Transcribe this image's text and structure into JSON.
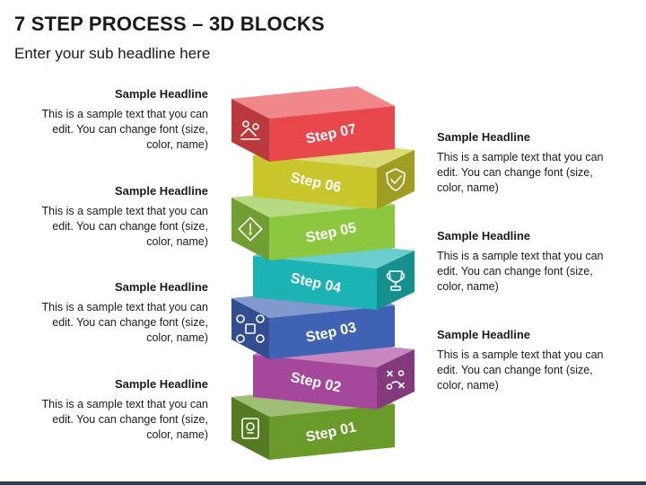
{
  "title": "7 STEP PROCESS – 3D BLOCKS",
  "subtitle": "Enter your sub headline here",
  "left_texts": [
    {
      "headline": "Sample Headline",
      "body": "This is a sample text that you can edit. You can change font (size, color, name)"
    },
    {
      "headline": "Sample Headline",
      "body": "This is a sample text that you can edit. You can change font (size, color, name)"
    },
    {
      "headline": "Sample Headline",
      "body": "This is a sample text that you can edit. You can change font (size, color, name)"
    },
    {
      "headline": "Sample Headline",
      "body": "This is a sample text that you can edit. You can change font (size, color, name)"
    }
  ],
  "right_texts": [
    {
      "headline": "Sample Headline",
      "body": "This is a sample text that you can edit. You can change font (size, color, name)"
    },
    {
      "headline": "Sample Headline",
      "body": "This is a sample text that you can edit. You can change font (size, color, name)"
    },
    {
      "headline": "Sample Headline",
      "body": "This is a sample text that you can edit. You can change font (size, color, name)"
    }
  ],
  "steps": [
    {
      "label": "Step 01",
      "color": "#6a9a2a",
      "icon": "idea-book-icon"
    },
    {
      "label": "Step 02",
      "color": "#a5479b",
      "icon": "strategy-play-icon"
    },
    {
      "label": "Step 03",
      "color": "#3f62b4",
      "icon": "network-icon"
    },
    {
      "label": "Step 04",
      "color": "#1bb3b3",
      "icon": "trophy-icon"
    },
    {
      "label": "Step 05",
      "color": "#8dc63f",
      "icon": "warning-icon"
    },
    {
      "label": "Step 06",
      "color": "#c8c62a",
      "icon": "shield-check-icon"
    },
    {
      "label": "Step 07",
      "color": "#e8474b",
      "icon": "team-icon"
    }
  ]
}
